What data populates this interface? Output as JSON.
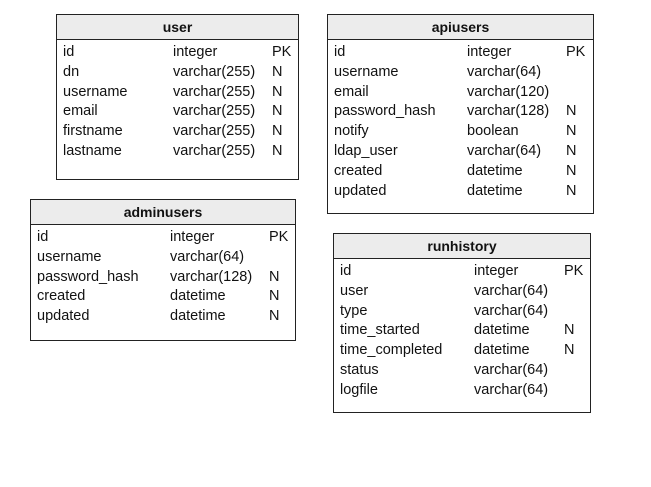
{
  "tables": {
    "user": {
      "name": "user",
      "columns": [
        {
          "name": "id",
          "type": "integer",
          "flag": "PK"
        },
        {
          "name": "dn",
          "type": "varchar(255)",
          "flag": "N"
        },
        {
          "name": "username",
          "type": "varchar(255)",
          "flag": "N"
        },
        {
          "name": "email",
          "type": "varchar(255)",
          "flag": "N"
        },
        {
          "name": "firstname",
          "type": "varchar(255)",
          "flag": "N"
        },
        {
          "name": "lastname",
          "type": "varchar(255)",
          "flag": "N"
        }
      ]
    },
    "apiusers": {
      "name": "apiusers",
      "columns": [
        {
          "name": "id",
          "type": "integer",
          "flag": "PK"
        },
        {
          "name": "username",
          "type": "varchar(64)",
          "flag": ""
        },
        {
          "name": "email",
          "type": "varchar(120)",
          "flag": ""
        },
        {
          "name": "password_hash",
          "type": "varchar(128)",
          "flag": "N"
        },
        {
          "name": "notify",
          "type": "boolean",
          "flag": "N"
        },
        {
          "name": "ldap_user",
          "type": "varchar(64)",
          "flag": "N"
        },
        {
          "name": "created",
          "type": "datetime",
          "flag": "N"
        },
        {
          "name": "updated",
          "type": "datetime",
          "flag": "N"
        }
      ]
    },
    "adminusers": {
      "name": "adminusers",
      "columns": [
        {
          "name": "id",
          "type": "integer",
          "flag": "PK"
        },
        {
          "name": "username",
          "type": "varchar(64)",
          "flag": ""
        },
        {
          "name": "password_hash",
          "type": "varchar(128)",
          "flag": "N"
        },
        {
          "name": "created",
          "type": "datetime",
          "flag": "N"
        },
        {
          "name": "updated",
          "type": "datetime",
          "flag": "N"
        }
      ]
    },
    "runhistory": {
      "name": "runhistory",
      "columns": [
        {
          "name": "id",
          "type": "integer",
          "flag": "PK"
        },
        {
          "name": "user",
          "type": "varchar(64)",
          "flag": ""
        },
        {
          "name": "type",
          "type": "varchar(64)",
          "flag": ""
        },
        {
          "name": "time_started",
          "type": "datetime",
          "flag": "N"
        },
        {
          "name": "time_completed",
          "type": "datetime",
          "flag": "N"
        },
        {
          "name": "status",
          "type": "varchar(64)",
          "flag": ""
        },
        {
          "name": "logfile",
          "type": "varchar(64)",
          "flag": ""
        }
      ]
    }
  }
}
